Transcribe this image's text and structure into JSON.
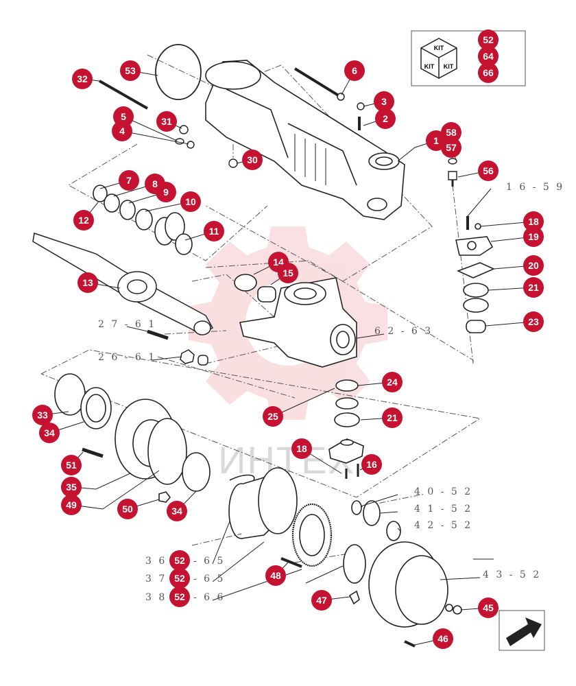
{
  "colors": {
    "callout": "#c41230",
    "line": "#222222",
    "watermark": "#f4aab0"
  },
  "watermark_text": "ИНТЕХ",
  "kit": {
    "top": "KIT",
    "left": "KIT",
    "right": "KIT",
    "items": [
      "52",
      "64",
      "66"
    ]
  },
  "callouts": [
    "1",
    "2",
    "3",
    "4",
    "5",
    "6",
    "7",
    "8",
    "9",
    "10",
    "11",
    "12",
    "13",
    "14",
    "15",
    "16",
    "18",
    "18",
    "19",
    "20",
    "21",
    "21",
    "23",
    "24",
    "25",
    "30",
    "31",
    "32",
    "33",
    "34",
    "34",
    "34",
    "35",
    "45",
    "46",
    "47",
    "48",
    "49",
    "50",
    "51",
    "53",
    "56",
    "57",
    "58"
  ],
  "ranges": [
    {
      "pre": "1 6 - 5 9",
      "mid": "",
      "post": ""
    },
    {
      "pre": "2 7 - 6 1",
      "mid": "",
      "post": ""
    },
    {
      "pre": "2 6 - 6 1",
      "mid": "",
      "post": ""
    },
    {
      "pre": "6 2 - 6 3",
      "mid": "",
      "post": ""
    },
    {
      "pre": "4 0 - 5 2",
      "mid": "",
      "post": ""
    },
    {
      "pre": "4 1 - 5 2",
      "mid": "",
      "post": ""
    },
    {
      "pre": "4 2 - 5 2",
      "mid": "",
      "post": ""
    },
    {
      "pre": "4 3 - 5 2",
      "mid": "",
      "post": ""
    },
    {
      "pre": "3 6 -",
      "mid": "52",
      "post": "- 6 5"
    },
    {
      "pre": "3 7 -",
      "mid": "52",
      "post": "- 6 5"
    },
    {
      "pre": "3 8 -",
      "mid": "52",
      "post": "- 6 6"
    }
  ]
}
